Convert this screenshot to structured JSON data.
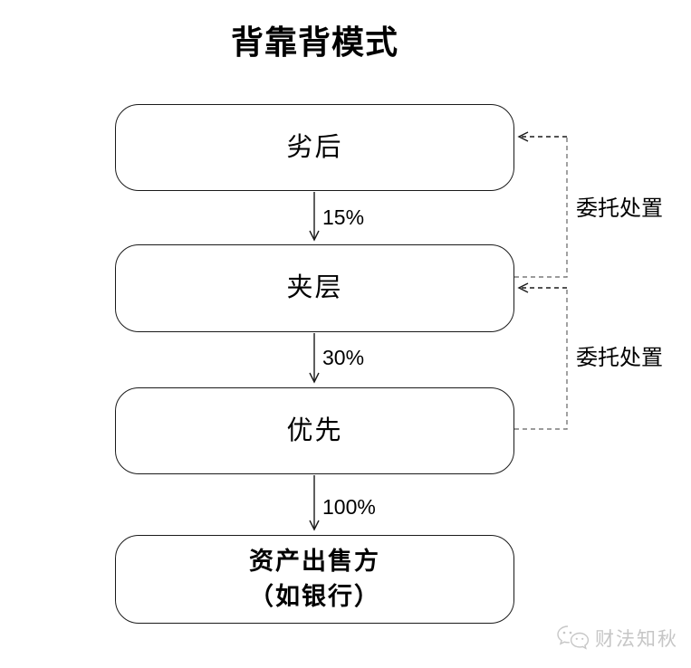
{
  "title": "背靠背模式",
  "flowchart": {
    "boxes": [
      {
        "label": "劣后"
      },
      {
        "label": "夹层"
      },
      {
        "label": "优先"
      },
      {
        "label_line1": "资产出售方",
        "label_line2": "（如银行）"
      }
    ],
    "flow_arrows": [
      {
        "label": "15%",
        "from": "劣后",
        "to": "夹层"
      },
      {
        "label": "30%",
        "from": "夹层",
        "to": "优先"
      },
      {
        "label": "100%",
        "from": "优先",
        "to": "资产出售方（如银行）"
      }
    ],
    "side_connectors": [
      {
        "label": "委托处置",
        "from": "夹层",
        "to": "劣后"
      },
      {
        "label": "委托处置",
        "from": "优先",
        "to": "夹层"
      }
    ]
  },
  "watermark": {
    "icon": "wechat-icon",
    "text": "财法知秋"
  },
  "colors": {
    "line": "#1a1a1a",
    "dashed_gray": "#7a7a7a",
    "watermark_gray": "#c6c6c6",
    "background": "#ffffff",
    "text": "#000000"
  }
}
